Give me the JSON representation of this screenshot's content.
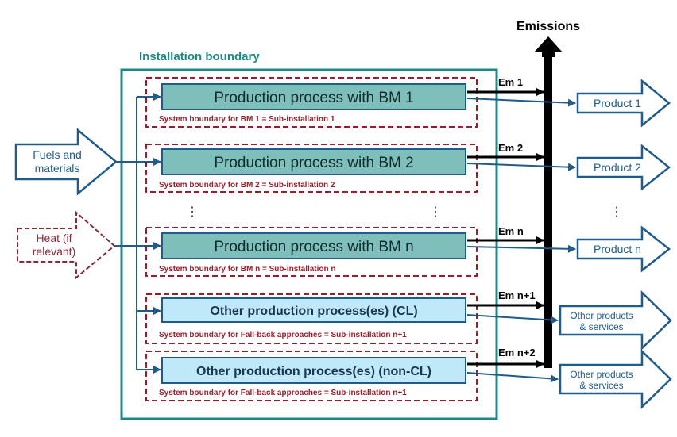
{
  "header": {
    "emissions_label": "Emissions",
    "installation_label": "Installation boundary"
  },
  "inputs": [
    {
      "line1": "Fuels and",
      "line2": "materials"
    },
    {
      "line1": "Heat (if",
      "line2": "relevant)"
    }
  ],
  "processes": [
    {
      "label": "Production process with BM 1",
      "boundary": "System boundary for BM 1 = Sub-installation 1",
      "em": "Em 1",
      "product": "Product 1"
    },
    {
      "label": "Production process with BM 2",
      "boundary": "System boundary for BM 2 = Sub-installation 2",
      "em": "Em 2",
      "product": "Product 2"
    },
    {
      "label": "Production process with BM n",
      "boundary": "System boundary for BM n = Sub-installation n",
      "em": "Em n",
      "product": "Product n"
    },
    {
      "label": "Other production process(es)  (CL)",
      "boundary": "System boundary for Fall-back approaches = Sub-installation n+1",
      "em": "Em n+1",
      "product_line1": "Other products",
      "product_line2": "& services"
    },
    {
      "label": "Other production process(es)  (non-CL)",
      "boundary": "System boundary for Fall-back approaches = Sub-installation n+1",
      "em": "Em n+2",
      "product_line1": "Other products",
      "product_line2": "& services"
    }
  ],
  "ellipsis": "⋮",
  "colors": {
    "teal": "#1a8a85",
    "bm_fill": "#7fbfbb",
    "other_fill": "#bfe8f8",
    "arrow_blue": "#1f5c8c",
    "boundary_red": "#9b1c2a",
    "heat_red": "#8b2a38"
  }
}
